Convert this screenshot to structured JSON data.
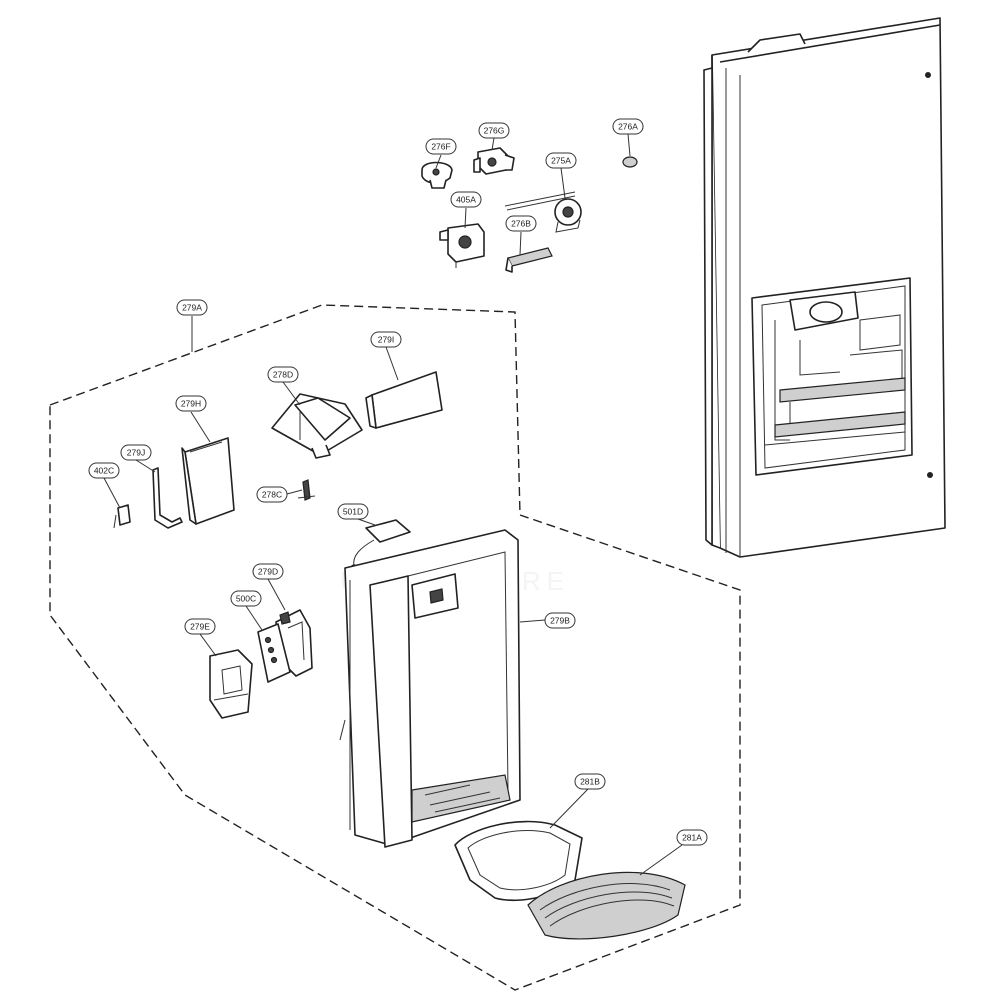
{
  "callouts": {
    "c276F": "276F",
    "c276G": "276G",
    "c276A": "276A",
    "c275A": "275A",
    "c405A": "405A",
    "c276B": "276B",
    "c279A": "279A",
    "c279I": "279I",
    "c278D": "278D",
    "c279H": "279H",
    "c279J": "279J",
    "c402C": "402C",
    "c278C": "278C",
    "c501D": "501D",
    "c279D": "279D",
    "c500C": "500C",
    "c279E": "279E",
    "c279B": "279B",
    "c281B": "281B",
    "c281A": "281A"
  },
  "colors": {
    "line": "#222222",
    "background": "#ffffff",
    "part_fill": "#ffffff",
    "shade": "#444444"
  }
}
